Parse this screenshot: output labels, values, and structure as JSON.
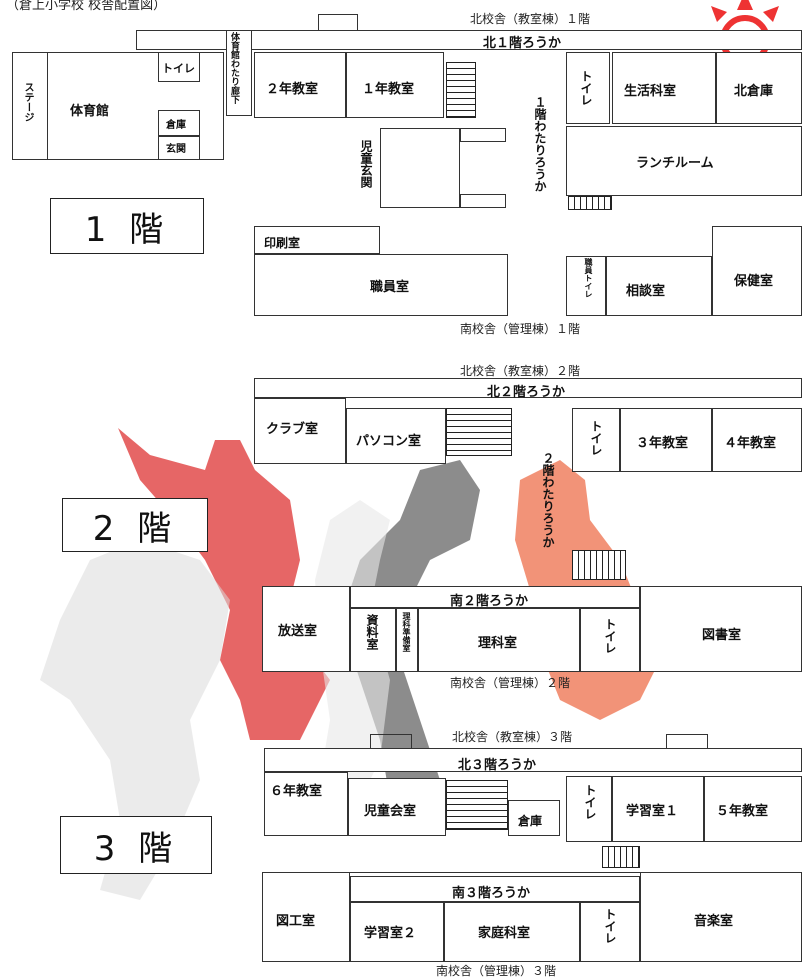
{
  "header": {
    "title": "（倉上小学校 校舎配置図）"
  },
  "floors": {
    "f1": "1 階",
    "f2": "2 階",
    "f3": "3 階"
  },
  "floor1": {
    "north_caption": "北校舎（教室棟）１階",
    "north_corridor": "北１階ろうか",
    "south_caption": "南校舎（管理棟）１階",
    "rooms": {
      "stage": "ステージ",
      "gym": "体育館",
      "gym_toilet": "トイレ",
      "storage": "倉庫",
      "gym_entrance": "玄関",
      "gym_corridor": "体育館わたり廊下",
      "class2": "２年教室",
      "class1": "１年教室",
      "student_entrance": "児童玄関",
      "bridge": "１階わたりろうか",
      "toilet": "トイレ",
      "life_science": "生活科室",
      "north_storage": "北倉庫",
      "lunch_room": "ランチルーム",
      "printing": "印刷室",
      "staff_room": "職員室",
      "staff_toilet": "職員トイレ",
      "consult": "相談室",
      "health": "保健室"
    }
  },
  "floor2": {
    "north_caption": "北校舎（教室棟）２階",
    "north_corridor": "北２階ろうか",
    "south_corridor": "南２階ろうか",
    "south_caption": "南校舎（管理棟）２階",
    "rooms": {
      "club": "クラブ室",
      "pc": "パソコン室",
      "bridge": "２階わたりろうか",
      "toilet_n": "トイレ",
      "class3": "３年教室",
      "class4": "４年教室",
      "broadcast": "放送室",
      "materials": "資料室",
      "sci_prep": "理科準備室",
      "science": "理科室",
      "toilet_s": "トイレ",
      "library": "図書室"
    }
  },
  "floor3": {
    "north_caption": "北校舎（教室棟）３階",
    "north_corridor": "北３階ろうか",
    "south_corridor": "南３階ろうか",
    "south_caption": "南校舎（管理棟）３階",
    "rooms": {
      "class6": "６年教室",
      "council": "児童会室",
      "storage": "倉庫",
      "toilet_n": "トイレ",
      "study1": "学習室１",
      "class5": "５年教室",
      "art": "図工室",
      "study2": "学習室２",
      "home_ec": "家庭科室",
      "toilet_s": "トイレ",
      "music": "音楽室"
    }
  }
}
